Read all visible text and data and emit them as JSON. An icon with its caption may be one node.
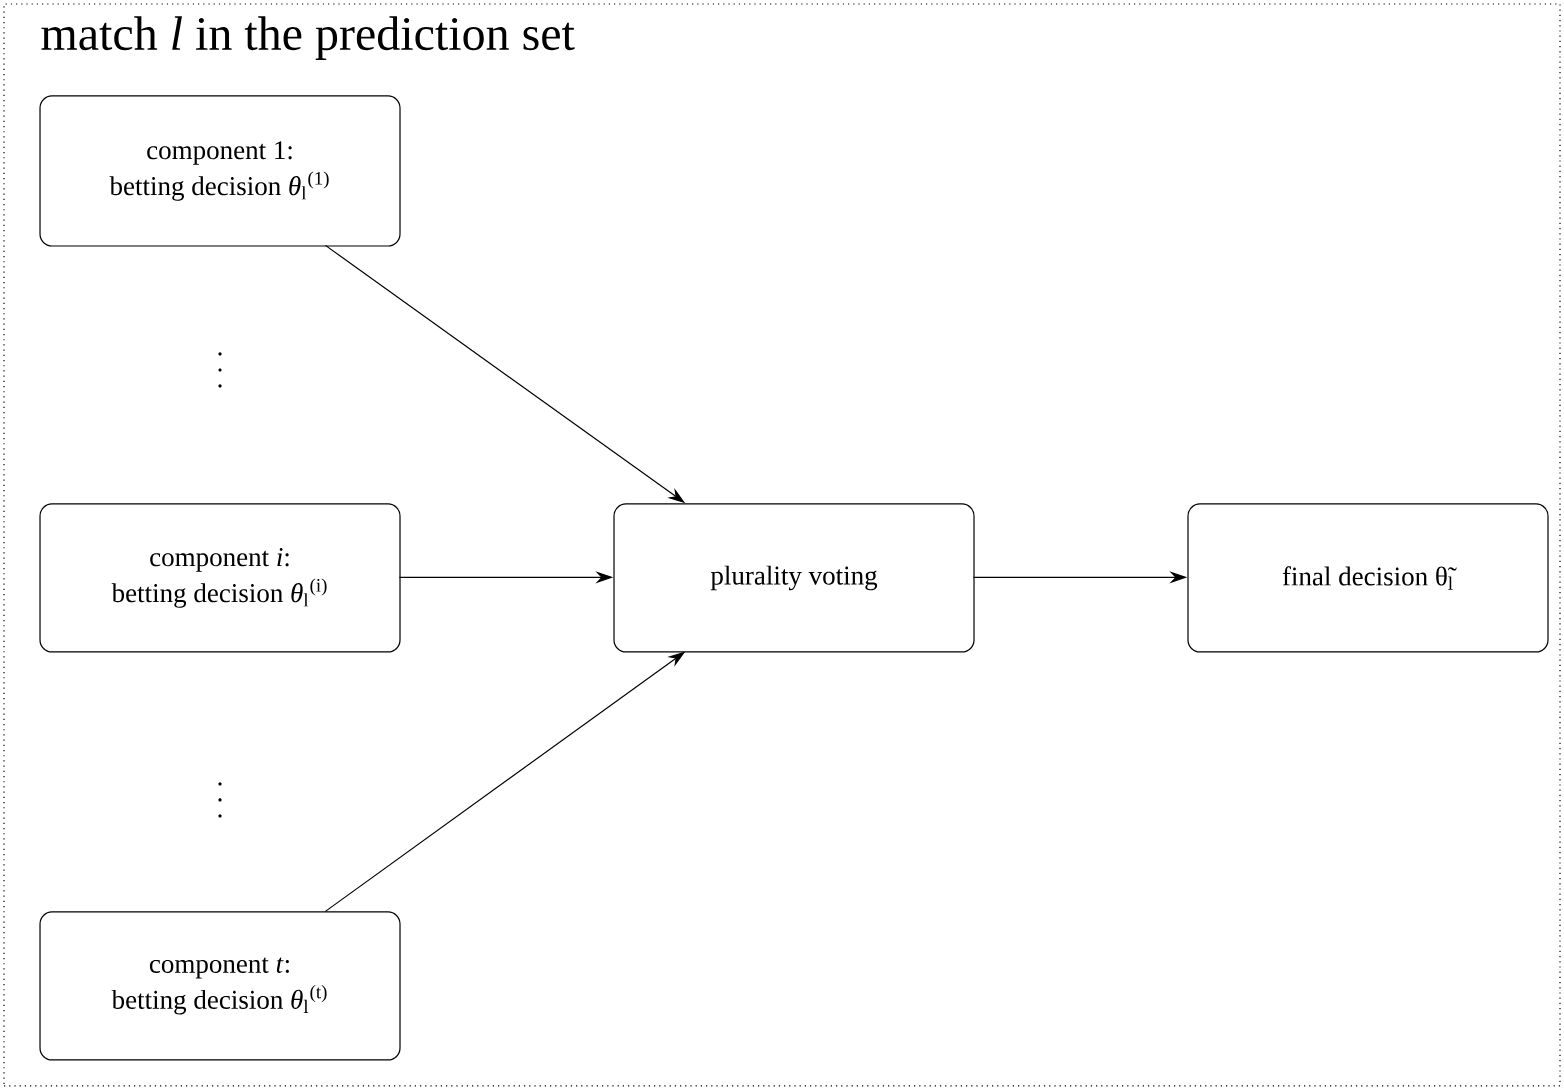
{
  "diagram": {
    "nodes": [
      {
        "text": [
          "match *l* in the prediction set"
        ]
      },
      {
        "text": [
          "component 1:",
          "betting decision *θ*$_{l}$$^{(1)}$"
        ],
        "in": 0
      },
      {
        "text": [
          "component *i*:",
          "betting decision *θ*$_{l}$$^{(i)}$"
        ],
        "in": 0
      },
      {
        "text": [
          "component *t*:",
          "betting decision *θ*$_{l}$$^{(t)}$"
        ],
        "in": 0
      },
      {
        "text": [
          "plurality voting"
        ],
        "in": 0
      },
      {
        "text": [
          "final decision θ̃$_{l}$"
        ],
        "in": 0
      }
    ],
    "edges": [
      {
        "from": 1,
        "to": 4,
        "arrow": "to"
      },
      {
        "from": 2,
        "to": 4,
        "arrow": "to"
      },
      {
        "from": 3,
        "to": 4,
        "arrow": "to"
      },
      {
        "from": 4,
        "to": 5,
        "arrow": "to"
      }
    ]
  }
}
